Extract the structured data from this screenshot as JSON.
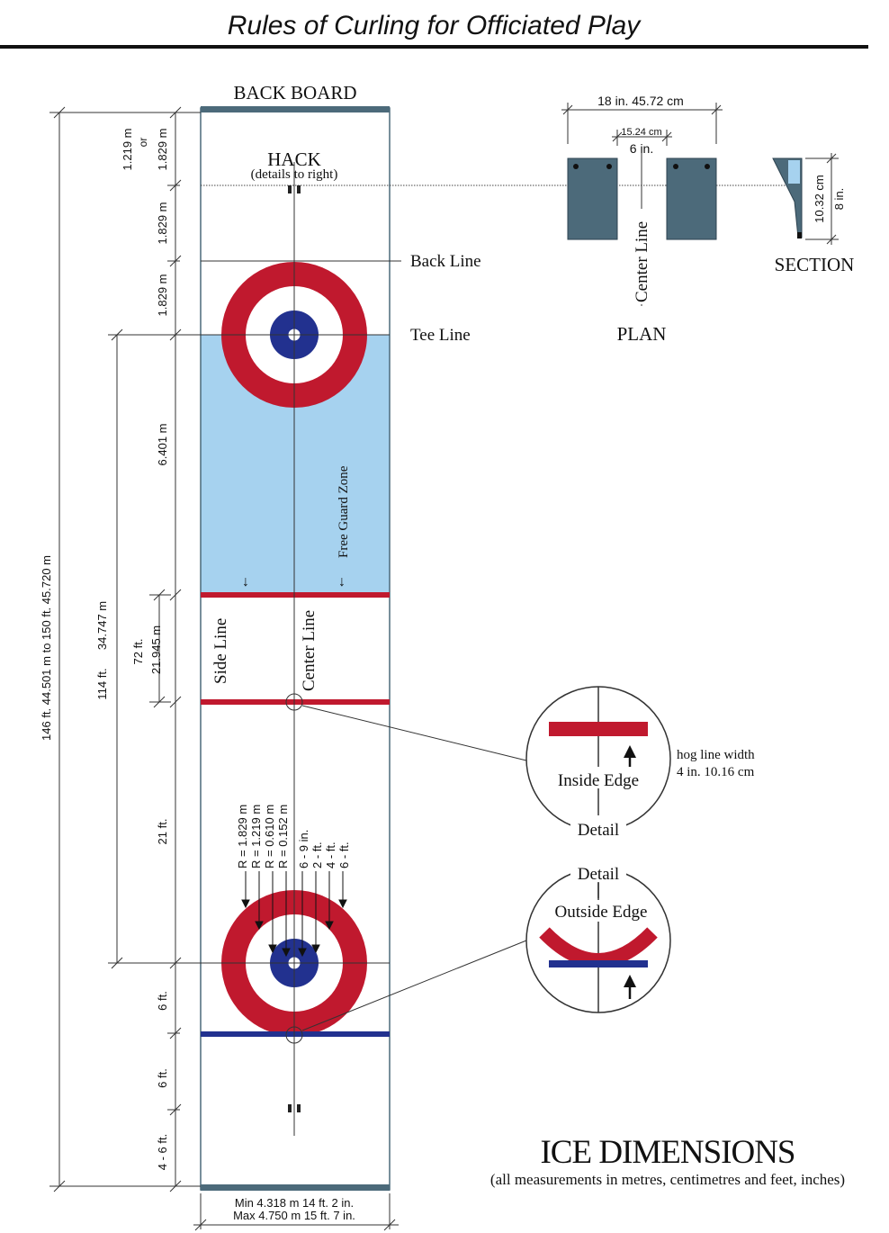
{
  "header": {
    "title": "Rules of Curling for Officiated Play"
  },
  "sheet": {
    "back_board": "BACK BOARD",
    "hack": "HACK",
    "hack_note": "(details to right)",
    "back_line": "Back Line",
    "tee_line": "Tee Line",
    "free_guard_zone": "Free Guard Zone",
    "side_line": "Side Line",
    "center_line": "Center Line"
  },
  "dimensions": {
    "overall": "146 ft. 44.501 m  to 150 ft. 45.720 m",
    "tee_to_tee_ft": "114 ft.",
    "tee_to_tee_m": "34.747 m",
    "hog_to_hog_ft": "72 ft.",
    "hog_to_hog_m": "21.945 m",
    "hack_a": "1.219 m",
    "hack_or": "or",
    "hack_b": "1.829 m",
    "hack_to_back": "1.829 m",
    "back_to_tee": "1.829 m",
    "tee_to_hog": "6.401 m",
    "hog_to_tee_ft": "21 ft.",
    "tee_to_back_ft": "6 ft.",
    "back_to_hack_ft": "6 ft.",
    "hack_to_end_ft": "4 - 6 ft.",
    "width_min": "Min 4.318 m 14 ft. 2 in.",
    "width_max": "Max 4.750 m 15 ft. 7 in."
  },
  "house": {
    "radii": [
      "R = 1.829 m",
      "R = 1.219 m",
      "R = 0.610 m",
      "R = 0.152 m"
    ],
    "feet": [
      "6 - 9 in.",
      "2 - ft.",
      "4 - ft.",
      "6 - ft."
    ]
  },
  "hack_detail": {
    "width_total": "18 in. 45.72 cm",
    "gap_cm": "15.24 cm",
    "gap_in": "6 in.",
    "center_line": "Center Line",
    "plan": "PLAN",
    "height_cm": "10.32 cm",
    "height_in": "8 in.",
    "section": "SECTION"
  },
  "details": {
    "inside_edge": "Inside Edge",
    "outside_edge": "Outside Edge",
    "detail": "Detail",
    "hog_width_1": "hog line width",
    "hog_width_2": "4 in. 10.16 cm"
  },
  "footer": {
    "title": "ICE DIMENSIONS",
    "subtitle": "(all measurements in metres, centimetres and feet, inches)"
  },
  "colors": {
    "red": "#c0192e",
    "blue": "#22318f",
    "ice_blue": "#a6d2ef",
    "slate": "#4c6a7a"
  }
}
